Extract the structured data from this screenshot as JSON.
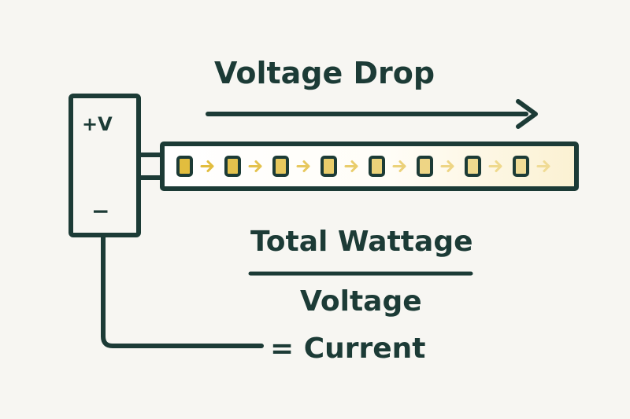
{
  "title": "Voltage Drop",
  "power_supply": {
    "positive_label": "+V",
    "negative_label": "−"
  },
  "formula": {
    "numerator": "Total Wattage",
    "denominator": "Voltage",
    "result": "= Current"
  },
  "led_strip": {
    "led_count": 8,
    "arrow_count": 8
  },
  "colors": {
    "ink": "#1c3b36",
    "led": "#e2bd3e",
    "arrow": "#e2bd3e",
    "background": "#f7f6f2",
    "strip_fade": "#fbf1d2"
  },
  "icons": [
    "direction-arrow-icon",
    "led-chip-icon",
    "flow-arrow-icon"
  ]
}
